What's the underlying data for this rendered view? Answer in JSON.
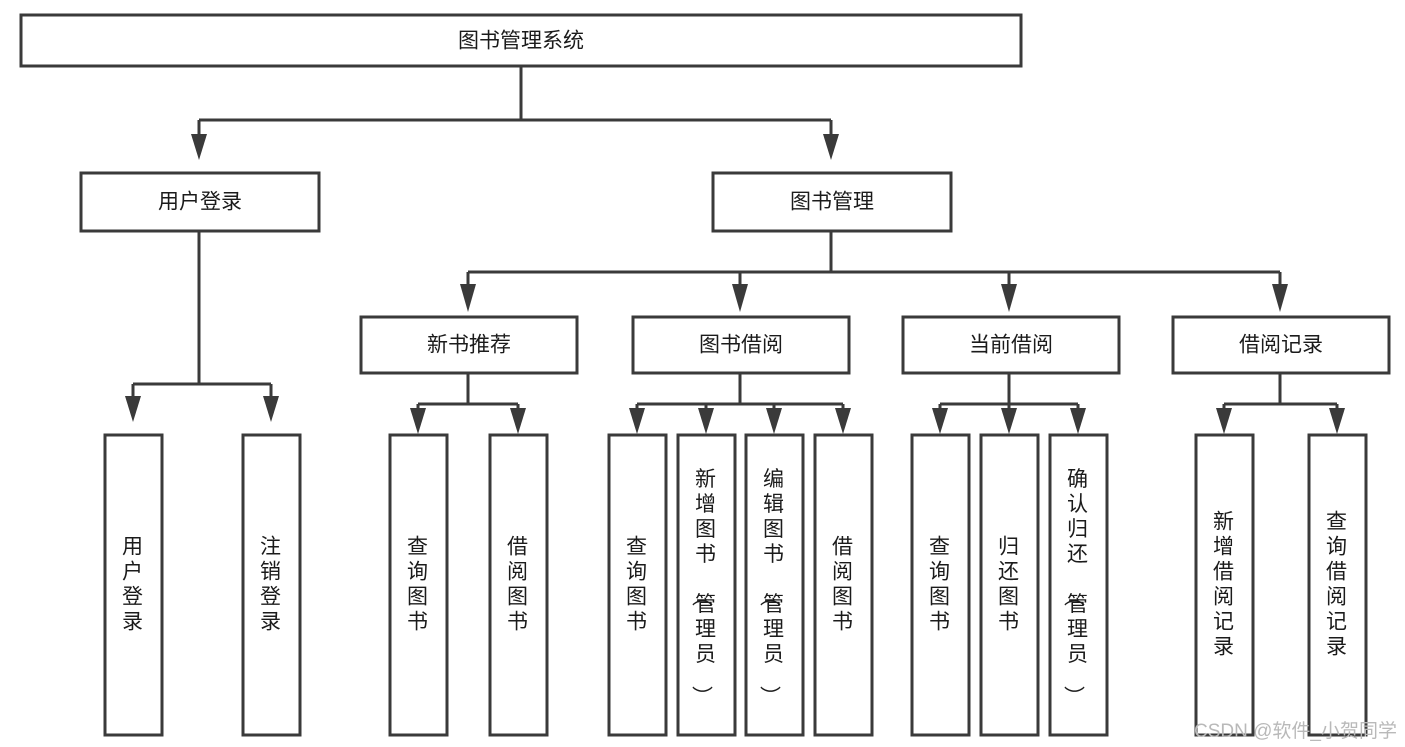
{
  "diagram": {
    "title": "图书管理系统",
    "type": "tree",
    "colors": {
      "background": "#ffffff",
      "box_stroke": "#3a3a3a",
      "box_fill": "#ffffff",
      "text": "#1b1b1b",
      "connector": "#3a3a3a",
      "watermark": "#b9b9b9"
    },
    "root": {
      "label": "图书管理系统"
    },
    "level2": [
      {
        "label": "用户登录"
      },
      {
        "label": "图书管理"
      }
    ],
    "level3": [
      {
        "label": "新书推荐"
      },
      {
        "label": "图书借阅"
      },
      {
        "label": "当前借阅"
      },
      {
        "label": "借阅记录"
      }
    ],
    "leaves": {
      "user_login": [
        {
          "label": "用户登录"
        },
        {
          "label": "注销登录"
        }
      ],
      "new_book_recommend": [
        {
          "label": "查询图书"
        },
        {
          "label": "借阅图书"
        }
      ],
      "book_borrow": [
        {
          "label": "查询图书"
        },
        {
          "label": "新增图书（管理员）"
        },
        {
          "label": "编辑图书（管理员）"
        },
        {
          "label": "借阅图书"
        }
      ],
      "current_borrow": [
        {
          "label": "查询图书"
        },
        {
          "label": "归还图书"
        },
        {
          "label": "确认归还（管理员）"
        }
      ],
      "borrow_record": [
        {
          "label": "新增借阅记录"
        },
        {
          "label": "查询借阅记录"
        }
      ]
    }
  },
  "watermark": {
    "text": "CSDN @软件_小贺同学"
  }
}
